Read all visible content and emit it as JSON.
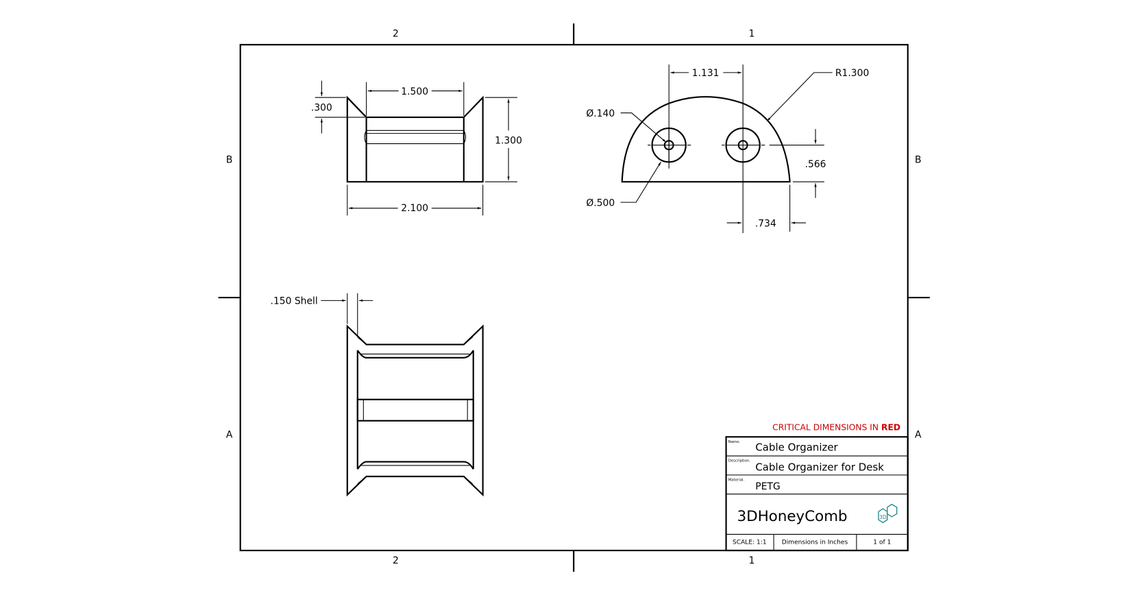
{
  "zones": {
    "col_left": "2",
    "col_right": "1",
    "row_top": "B",
    "row_bottom": "A"
  },
  "front_view": {
    "dim_width_top": "1.500",
    "dim_rim": ".300",
    "dim_height": "1.300",
    "dim_width_bottom": "2.100"
  },
  "top_view": {
    "dim_hole_spacing": "1.131",
    "dim_radius": "R1.300",
    "dim_small_hole": "Ø.140",
    "dim_large_hole": "Ø.500",
    "dim_height": ".566",
    "dim_offset": ".734"
  },
  "section_view": {
    "dim_shell": ".150 Shell"
  },
  "note": {
    "prefix": "CRITICAL DIMENSIONS IN ",
    "emphasis": "RED",
    "color": "#cc0000"
  },
  "title_block": {
    "name_label": "Name.",
    "name": "Cable Organizer",
    "description_label": "Description.",
    "description": "Cable Organizer for Desk",
    "material_label": "Material.",
    "material": "PETG",
    "company": "3DHoneyComb",
    "logo_text": "3D",
    "logo_color": "#2a8a8a",
    "scale": "SCALE: 1:1",
    "units": "Dimensions in Inches",
    "sheet": "1 of 1"
  }
}
